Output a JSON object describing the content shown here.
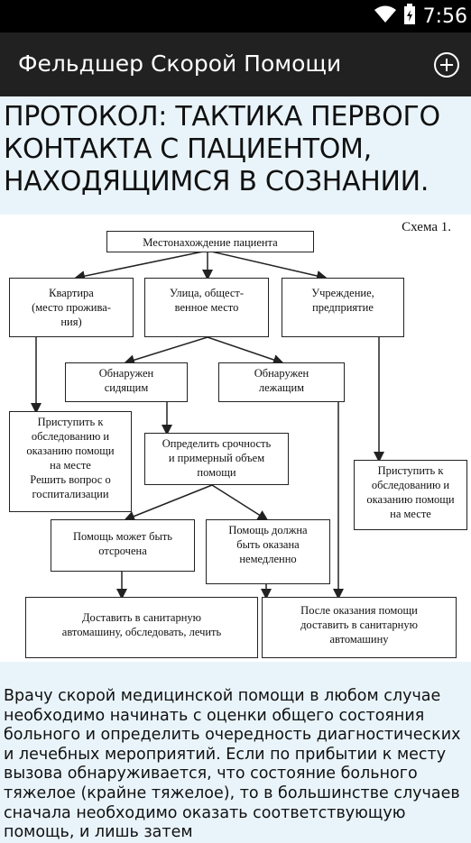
{
  "status_bar": {
    "time": "7:56",
    "icons": [
      "wifi-icon",
      "battery-icon"
    ]
  },
  "app_bar": {
    "title": "Фельдшер Скорой Помощи",
    "action_icon": "add-circle-icon"
  },
  "heading": "ПРОТОКОЛ: ТАКТИКА ПЕРВОГО КОНТАКТА С ПАЦИЕНТОМ, НАХОДЯЩИМСЯ В СОЗНАНИИ.",
  "scheme": {
    "label": "Схема 1.",
    "location": "Местонахождение пациента",
    "apartment": "Квартира\n(место прожива-\nния)",
    "street": "Улица, общест-\nвенное место",
    "institution": "Учреждение,\nпредприятие",
    "found_sitting": "Обнаружен\nсидящим",
    "found_lying": "Обнаружен\nлежащим",
    "start_exam": "Приступить к\nобследованию и\nоказанию помощи\nна месте\nРешить вопрос о\nгоспитализации",
    "determine_urgency": "Определить срочность\nи примерный объем\nпомощи",
    "start_help_on_site": "Приступить к\nобследованию и\nоказанию помощи\nна месте",
    "help_can_wait": "Помощь может быть\nотсрочена",
    "help_immediate": "Помощь должна\nбыть оказана\nнемедленно",
    "deliver_to_ambulance": "Доставить в санитарную\nавтомашину, обследовать, лечить",
    "after_help_deliver": "После оказания помощи\nдоставить в санитарную\nавтомашину"
  },
  "paragraph": "Врачу скорой медицинской помощи в любом случае необходимо начинать с оценки общего состояния больного и определить очередность диагностических и лечебных мероприятий. Если по прибытии к месту вызова обнаруживается, что состояние больного тяжелое (крайне тяжелое), то в большинстве случаев сначала необходимо оказать соответствующую помощь, и лишь затем"
}
